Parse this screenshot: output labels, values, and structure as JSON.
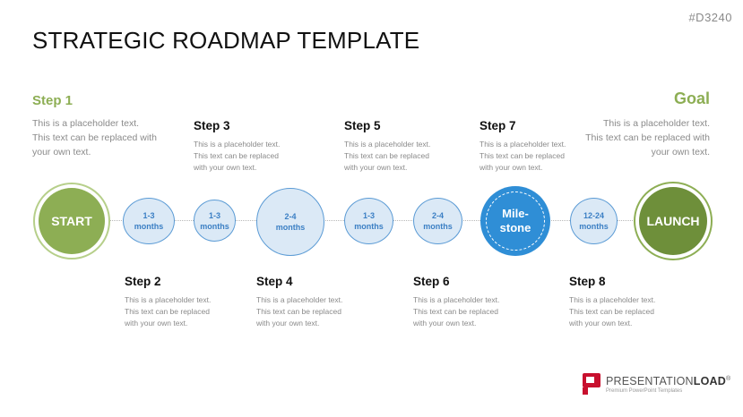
{
  "code": "#D3240",
  "title": "STRATEGIC ROADMAP TEMPLATE",
  "start": {
    "heading": "Step 1",
    "text": "This is a placeholder text. This text can be replaced with your own text.",
    "label": "START"
  },
  "goal": {
    "heading": "Goal",
    "text": "This is a placeholder text. This text can be replaced with your own text.",
    "label": "LAUNCH"
  },
  "steps": [
    {
      "name": "Step 2",
      "duration_line1": "1-3",
      "duration_line2": "months",
      "text": "This is a placeholder text. This text can be replaced with your own text."
    },
    {
      "name": "Step 3",
      "duration_line1": "1-3",
      "duration_line2": "months",
      "text": "This is a placeholder text. This text can be replaced with your own text."
    },
    {
      "name": "Step 4",
      "duration_line1": "2-4",
      "duration_line2": "months",
      "text": "This is a placeholder text. This text can be replaced with your own text."
    },
    {
      "name": "Step 5",
      "duration_line1": "1-3",
      "duration_line2": "months",
      "text": "This is a placeholder text. This text can be replaced with your own text."
    },
    {
      "name": "Step 6",
      "duration_line1": "2-4",
      "duration_line2": "months",
      "text": "This is a placeholder text. This text can be replaced with your own text."
    },
    {
      "name": "Step 7",
      "duration_line1": "Mile-",
      "duration_line2": "stone",
      "text": "This is a placeholder text. This text can be replaced with your own text."
    },
    {
      "name": "Step 8",
      "duration_line1": "12-24",
      "duration_line2": "months",
      "text": "This is a placeholder text. This text can be replaced with your own text."
    }
  ],
  "logo": {
    "brand_light": "PRESENTATION",
    "brand_bold": "LOAD",
    "mark": "®",
    "tagline": "Premium PowerPoint Templates"
  },
  "colors": {
    "green": "#8dae54",
    "dark_green": "#6e8f3a",
    "blue": "#2f8ed6",
    "light_blue": "#dbe9f6",
    "logo_red": "#c8102e"
  }
}
